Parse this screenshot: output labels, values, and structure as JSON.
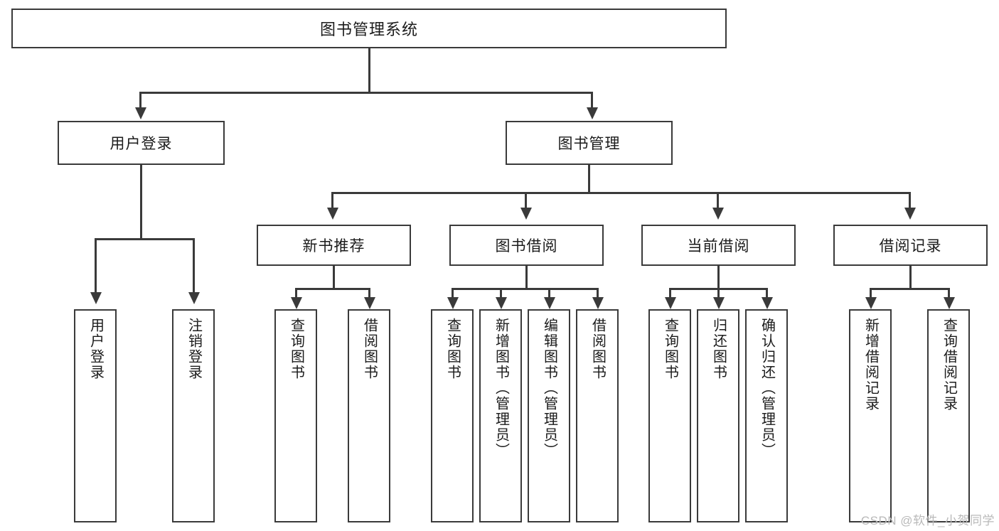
{
  "diagram": {
    "title": "图书管理系统",
    "type": "tree-hierarchy",
    "nodes": {
      "root": {
        "label": "图书管理系统"
      },
      "level2": [
        {
          "label": "用户登录"
        },
        {
          "label": "图书管理"
        }
      ],
      "level3": [
        {
          "label": "新书推荐"
        },
        {
          "label": "图书借阅"
        },
        {
          "label": "当前借阅"
        },
        {
          "label": "借阅记录"
        }
      ],
      "leaves_user_login": [
        {
          "label": "用户登录"
        },
        {
          "label": "注销登录"
        }
      ],
      "leaves_new_book": [
        {
          "label": "查询图书"
        },
        {
          "label": "借阅图书"
        }
      ],
      "leaves_borrow": [
        {
          "label": "查询图书"
        },
        {
          "label": "新增图书（管理员）"
        },
        {
          "label": "编辑图书（管理员）"
        },
        {
          "label": "借阅图书"
        }
      ],
      "leaves_current": [
        {
          "label": "查询图书"
        },
        {
          "label": "归还图书"
        },
        {
          "label": "确认归还（管理员）"
        }
      ],
      "leaves_record": [
        {
          "label": "新增借阅记录"
        },
        {
          "label": "查询借阅记录"
        }
      ]
    },
    "watermark": "CSDN @软件_小贺同学",
    "colors": {
      "border": "#3a3a3a",
      "background": "#ffffff",
      "text": "#1b1b1b",
      "watermark": "#b9b9b9"
    }
  }
}
